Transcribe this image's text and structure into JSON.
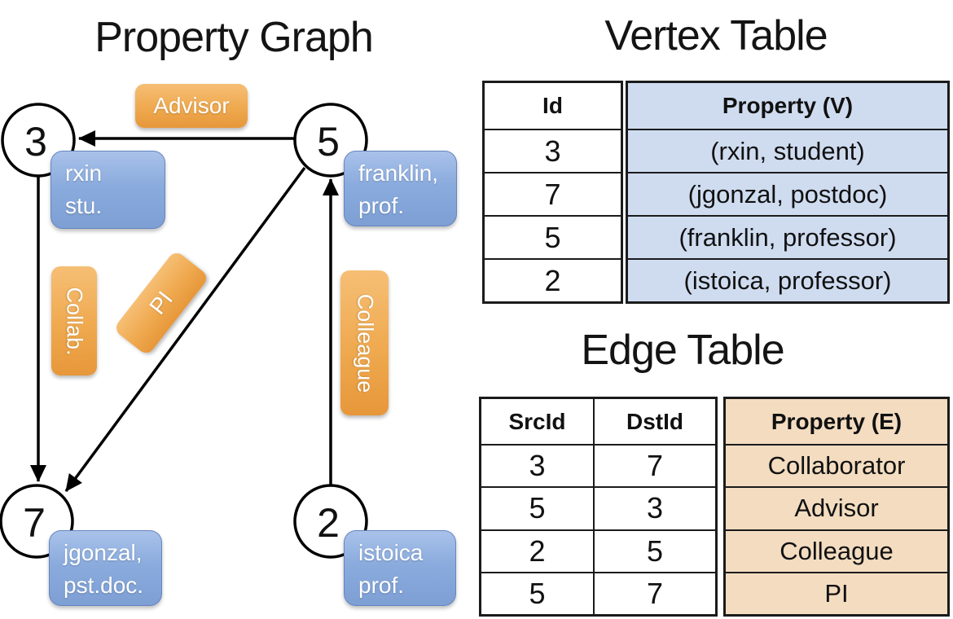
{
  "titles": {
    "graph": "Property Graph",
    "vertex": "Vertex Table",
    "edge": "Edge Table"
  },
  "graph": {
    "nodes": [
      {
        "id": "3",
        "property": "rxin\nstu."
      },
      {
        "id": "5",
        "property": "franklin,\nprof."
      },
      {
        "id": "7",
        "property": "jgonzal,\npst.doc."
      },
      {
        "id": "2",
        "property": "istoica\nprof."
      }
    ],
    "edge_labels": {
      "advisor": "Advisor",
      "collab": "Collab.",
      "pi": "PI",
      "colleague": "Colleague"
    }
  },
  "vertex_table": {
    "headers": {
      "id": "Id",
      "property": "Property (V)"
    },
    "rows": [
      {
        "id": "3",
        "property": "(rxin, student)"
      },
      {
        "id": "7",
        "property": "(jgonzal, postdoc)"
      },
      {
        "id": "5",
        "property": "(franklin, professor)"
      },
      {
        "id": "2",
        "property": "(istoica, professor)"
      }
    ]
  },
  "edge_table": {
    "headers": {
      "src": "SrcId",
      "dst": "DstId",
      "property": "Property (E)"
    },
    "rows": [
      {
        "src": "3",
        "dst": "7",
        "property": "Collaborator"
      },
      {
        "src": "5",
        "dst": "3",
        "property": "Advisor"
      },
      {
        "src": "2",
        "dst": "5",
        "property": "Colleague"
      },
      {
        "src": "5",
        "dst": "7",
        "property": "PI"
      }
    ]
  },
  "colors": {
    "edge_label_orange": "#efa94f",
    "vertex_box_blue": "#8aabdd",
    "vertex_table_fill": "#cfdcf0",
    "edge_table_fill": "#f3dcc0",
    "line_black": "#000000"
  }
}
